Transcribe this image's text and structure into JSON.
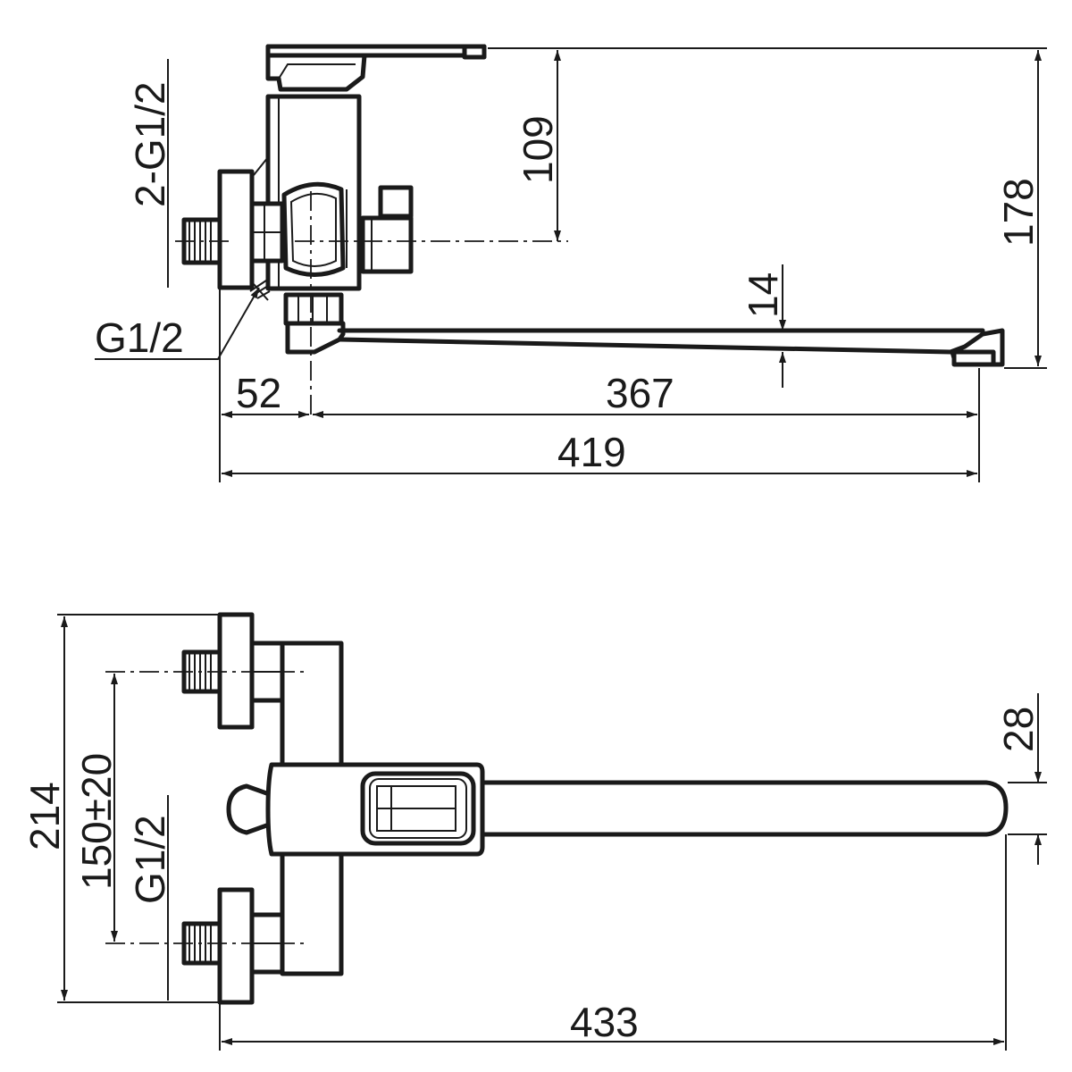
{
  "colors": {
    "line": "#1a1a1a",
    "background": "#ffffff"
  },
  "side_view": {
    "dimensions": {
      "inlet_thread_pair": "2-G1/2",
      "inlet_thread": "G1/2",
      "handle_to_axis": "109",
      "total_height": "178",
      "spout_height": "14",
      "wall_to_axis": "52",
      "axis_to_outlet": "367",
      "total_reach": "419"
    }
  },
  "top_view": {
    "dimensions": {
      "total_width": "214",
      "inlet_spacing": "150±20",
      "inlet_thread": "G1/2",
      "spout_width": "28",
      "total_length": "433"
    }
  }
}
